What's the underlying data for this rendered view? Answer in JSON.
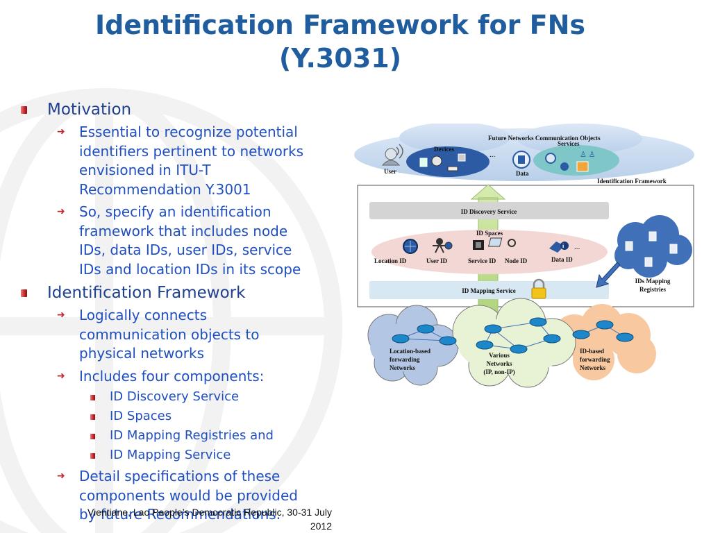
{
  "slide": {
    "title_line1": "Identification Framework for FNs",
    "title_line2": "(Y.3031)",
    "footer_line1": "Vientiane, Lao People’s Democratic Republic, 30-31 July",
    "footer_line2": "2012"
  },
  "bullets": {
    "motivation": "Motivation",
    "motivation_sub1_lines": [
      "Essential to recognize potential",
      "identifiers pertinent to networks",
      "envisioned in ITU-T",
      "Recommendation Y.3001"
    ],
    "motivation_sub2_lines": [
      "So, specify an identification",
      "framework that includes node",
      "IDs, data IDs, user IDs, service",
      "IDs and location IDs in its scope"
    ],
    "framework": "Identification Framework",
    "framework_sub1_lines": [
      "Logically connects",
      "communication objects to",
      "physical networks"
    ],
    "framework_sub2": "Includes four components:",
    "components": [
      "ID Discovery Service",
      "ID Spaces",
      "ID Mapping Registries and",
      "ID Mapping Service"
    ],
    "framework_sub3_lines": [
      "Detail specifications of these",
      "components would be provided",
      "by future Recommendations."
    ]
  },
  "diagram": {
    "objects_title": "Future Networks Communication Objects",
    "user": "User",
    "devices": "Devices",
    "ellipsis_top": "...",
    "data": "Data",
    "services": "Services",
    "framework_label": "Identification Framework",
    "discovery": "ID Discovery Service",
    "id_spaces": "ID Spaces",
    "location_id": "Location ID",
    "user_id": "User ID",
    "service_id": "Service ID",
    "node_id": "Node ID",
    "data_id": "Data ID",
    "ellipsis_mid": "...",
    "mapping": "ID Mapping Service",
    "registries_line1": "IDs Mapping",
    "registries_line2": "Registries",
    "loc_net_lines": [
      "Location-based",
      "forwarding",
      "Networks"
    ],
    "various_lines": [
      "Various",
      "Networks",
      "(IP, non-IP)"
    ],
    "idbased_lines": [
      "ID-based",
      "forwarding",
      "Networks"
    ]
  }
}
